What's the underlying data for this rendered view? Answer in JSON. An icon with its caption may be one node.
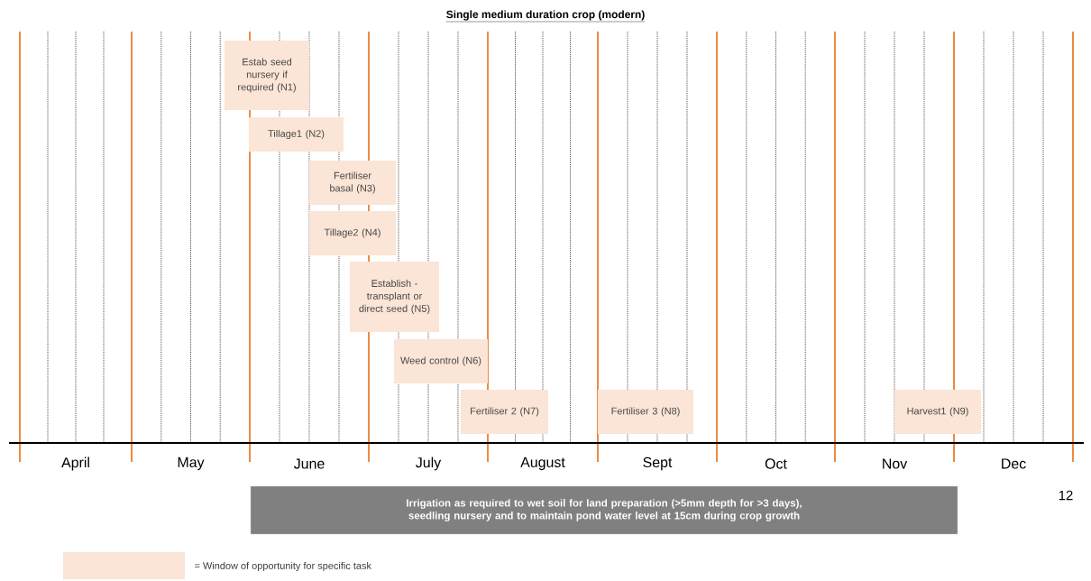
{
  "diagram": {
    "title": "Single medium duration crop (modern)",
    "nodes": [
      {
        "text": [
          "Estab seed nursery if required (N1)"
        ]
      },
      {
        "text": [
          "Tillage1 (N2)"
        ]
      },
      {
        "text": [
          "Fertiliser basal (N3)"
        ]
      },
      {
        "text": [
          "Tillage2 (N4)"
        ]
      },
      {
        "text": [
          "Establish - transplant or direct seed (N5)"
        ]
      },
      {
        "text": [
          "Weed control (N6)"
        ]
      },
      {
        "text": [
          "Fertiliser 2 (N7)"
        ]
      },
      {
        "text": [
          "Fertiliser 3 (N8)"
        ]
      },
      {
        "text": [
          "Harvest1 (N9)"
        ]
      },
      {
        "text": [
          "Irrigation as required to wet soil for land preparation (>5mm depth for >3 days), seedling nursery and to maintain pond water level at 15cm during crop growth"
        ]
      }
    ],
    "edges": [],
    "labels": [
      "April",
      "May",
      "June",
      "July",
      "August",
      "Sept",
      "Oct",
      "Nov",
      "Dec",
      "12"
    ],
    "legend": [
      {
        "text": "= Window of opportunity  for specific task",
        "color": "#fbe5d6"
      }
    ]
  }
}
